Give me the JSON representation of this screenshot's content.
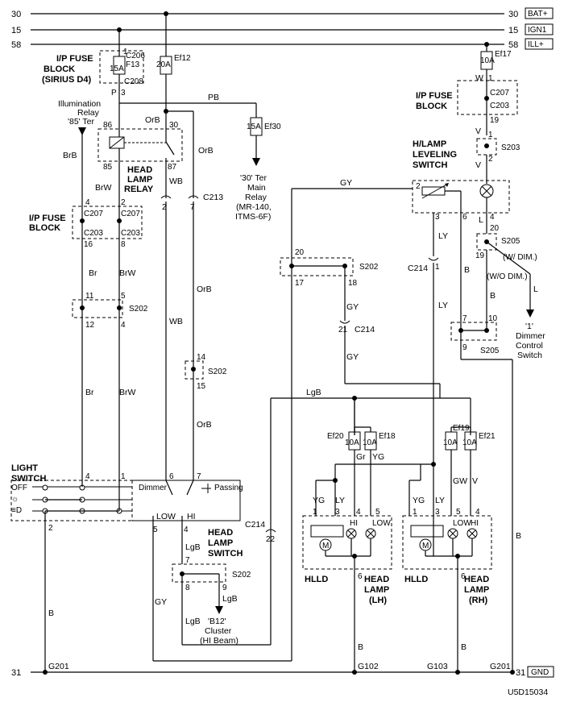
{
  "rails": {
    "left": [
      "30",
      "15",
      "58"
    ],
    "right": [
      "30",
      "15",
      "58"
    ],
    "tags": [
      "BAT+",
      "IGN1",
      "ILL+"
    ],
    "gnd_left": "31",
    "gnd_right": "31",
    "gnd_tag": "GND"
  },
  "labels": {
    "ip_fuse_block_1": [
      "I/P FUSE",
      "BLOCK",
      "(SIRIUS D4)"
    ],
    "c206": "C206",
    "f13": "F13",
    "fuse15a_a": "15A",
    "c208": "C208",
    "pin1_f13": "1",
    "pin3_f13": "3",
    "p_wire": "P",
    "illum_relay": [
      "Illumination",
      "Relay",
      "'85' Ter"
    ],
    "fuse20a": "20A",
    "ef12": "Ef12",
    "pb": "PB",
    "ef30": "Ef30",
    "fuse15a_b": "15A",
    "main_relay": [
      "'30' Ter",
      "Main",
      "Relay",
      "(MR-140,",
      "ITMS-6F)"
    ],
    "orb": "OrB",
    "pin30": "30",
    "pin86": "86",
    "pin85": "85",
    "pin87": "87",
    "head_lamp_relay": [
      "HEAD",
      "LAMP",
      "RELAY"
    ],
    "brb": "BrB",
    "brw": "BrW",
    "wb": "WB",
    "c213": "C213",
    "pin2_c213": "2",
    "pin7_c213": "7",
    "ip_fuse_block_2": [
      "I/P FUSE",
      "BLOCK"
    ],
    "c207": "C207",
    "c203": "C203",
    "pin4": "4",
    "pin2": "2",
    "pin16": "16",
    "pin8": "8",
    "br": "Br",
    "s202": "S202",
    "pin11": "11",
    "pin5": "5",
    "pin12": "12",
    "pin14": "14",
    "pin15": "15",
    "light_switch": [
      "LIGHT",
      "SWITCH"
    ],
    "ls_pin4": "4",
    "ls_pin1": "1",
    "ls_pin2": "2",
    "off": "OFF",
    "pos2": "≡D",
    "dimmer": "Dimmer",
    "passing": "Passing",
    "pin6": "6",
    "pin7b": "7",
    "low": "LOW",
    "hi": "HI",
    "pin5b": "5",
    "pin4b": "4",
    "head_lamp_switch": [
      "HEAD",
      "LAMP",
      "SWITCH"
    ],
    "c214": "C214",
    "pin22": "22",
    "gy": "GY",
    "lgb": "LgB",
    "pin7c": "7",
    "pin8c": "8",
    "pin9c": "9",
    "cluster": [
      "'B12'",
      "Cluster",
      "(HI Beam)"
    ],
    "b": "B",
    "g201": "G201",
    "g102": "G102",
    "g103": "G103",
    "fuse10a": "10A",
    "ef17": "Ef17",
    "w": "W",
    "pin1_ef17": "1",
    "ip_fuse_block_3": [
      "I/P FUSE",
      "BLOCK"
    ],
    "pin19": "19",
    "v": "V",
    "s203": "S203",
    "pin1v": "1",
    "pin2v": "2",
    "hlamp_leveling": [
      "H/LAMP",
      "LEVELING",
      "SWITCH"
    ],
    "pin2lv": "2",
    "pin3lv": "3",
    "pin6lv": "6",
    "l": "L",
    "pin4l": "4",
    "pin20": "20",
    "s205": "S205",
    "pin19b": "19",
    "w_dim": "(W/ DIM.)",
    "wo_dim": "(W/O DIM.)",
    "dimmer_ctrl": [
      "'1'",
      "Dimmer",
      "Control",
      "Switch"
    ],
    "ly": "LY",
    "pin17": "17",
    "pin18": "18",
    "pin20b": "20",
    "pin21": "21",
    "pin1c": "1",
    "pin10": "10",
    "pin7d": "7",
    "pin9d": "9",
    "ef20": "Ef20",
    "ef18": "Ef18",
    "ef19": "Ef19",
    "ef21": "Ef21",
    "gr": "Gr",
    "yg": "YG",
    "gw": "GW",
    "pin3": "3",
    "pin6c": "6",
    "hlld": "HLLD",
    "head_lamp_lh": [
      "HEAD",
      "LAMP",
      "(LH)"
    ],
    "head_lamp_rh": [
      "HEAD",
      "LAMP",
      "(RH)"
    ],
    "m": "M",
    "code": "U5D15034"
  }
}
